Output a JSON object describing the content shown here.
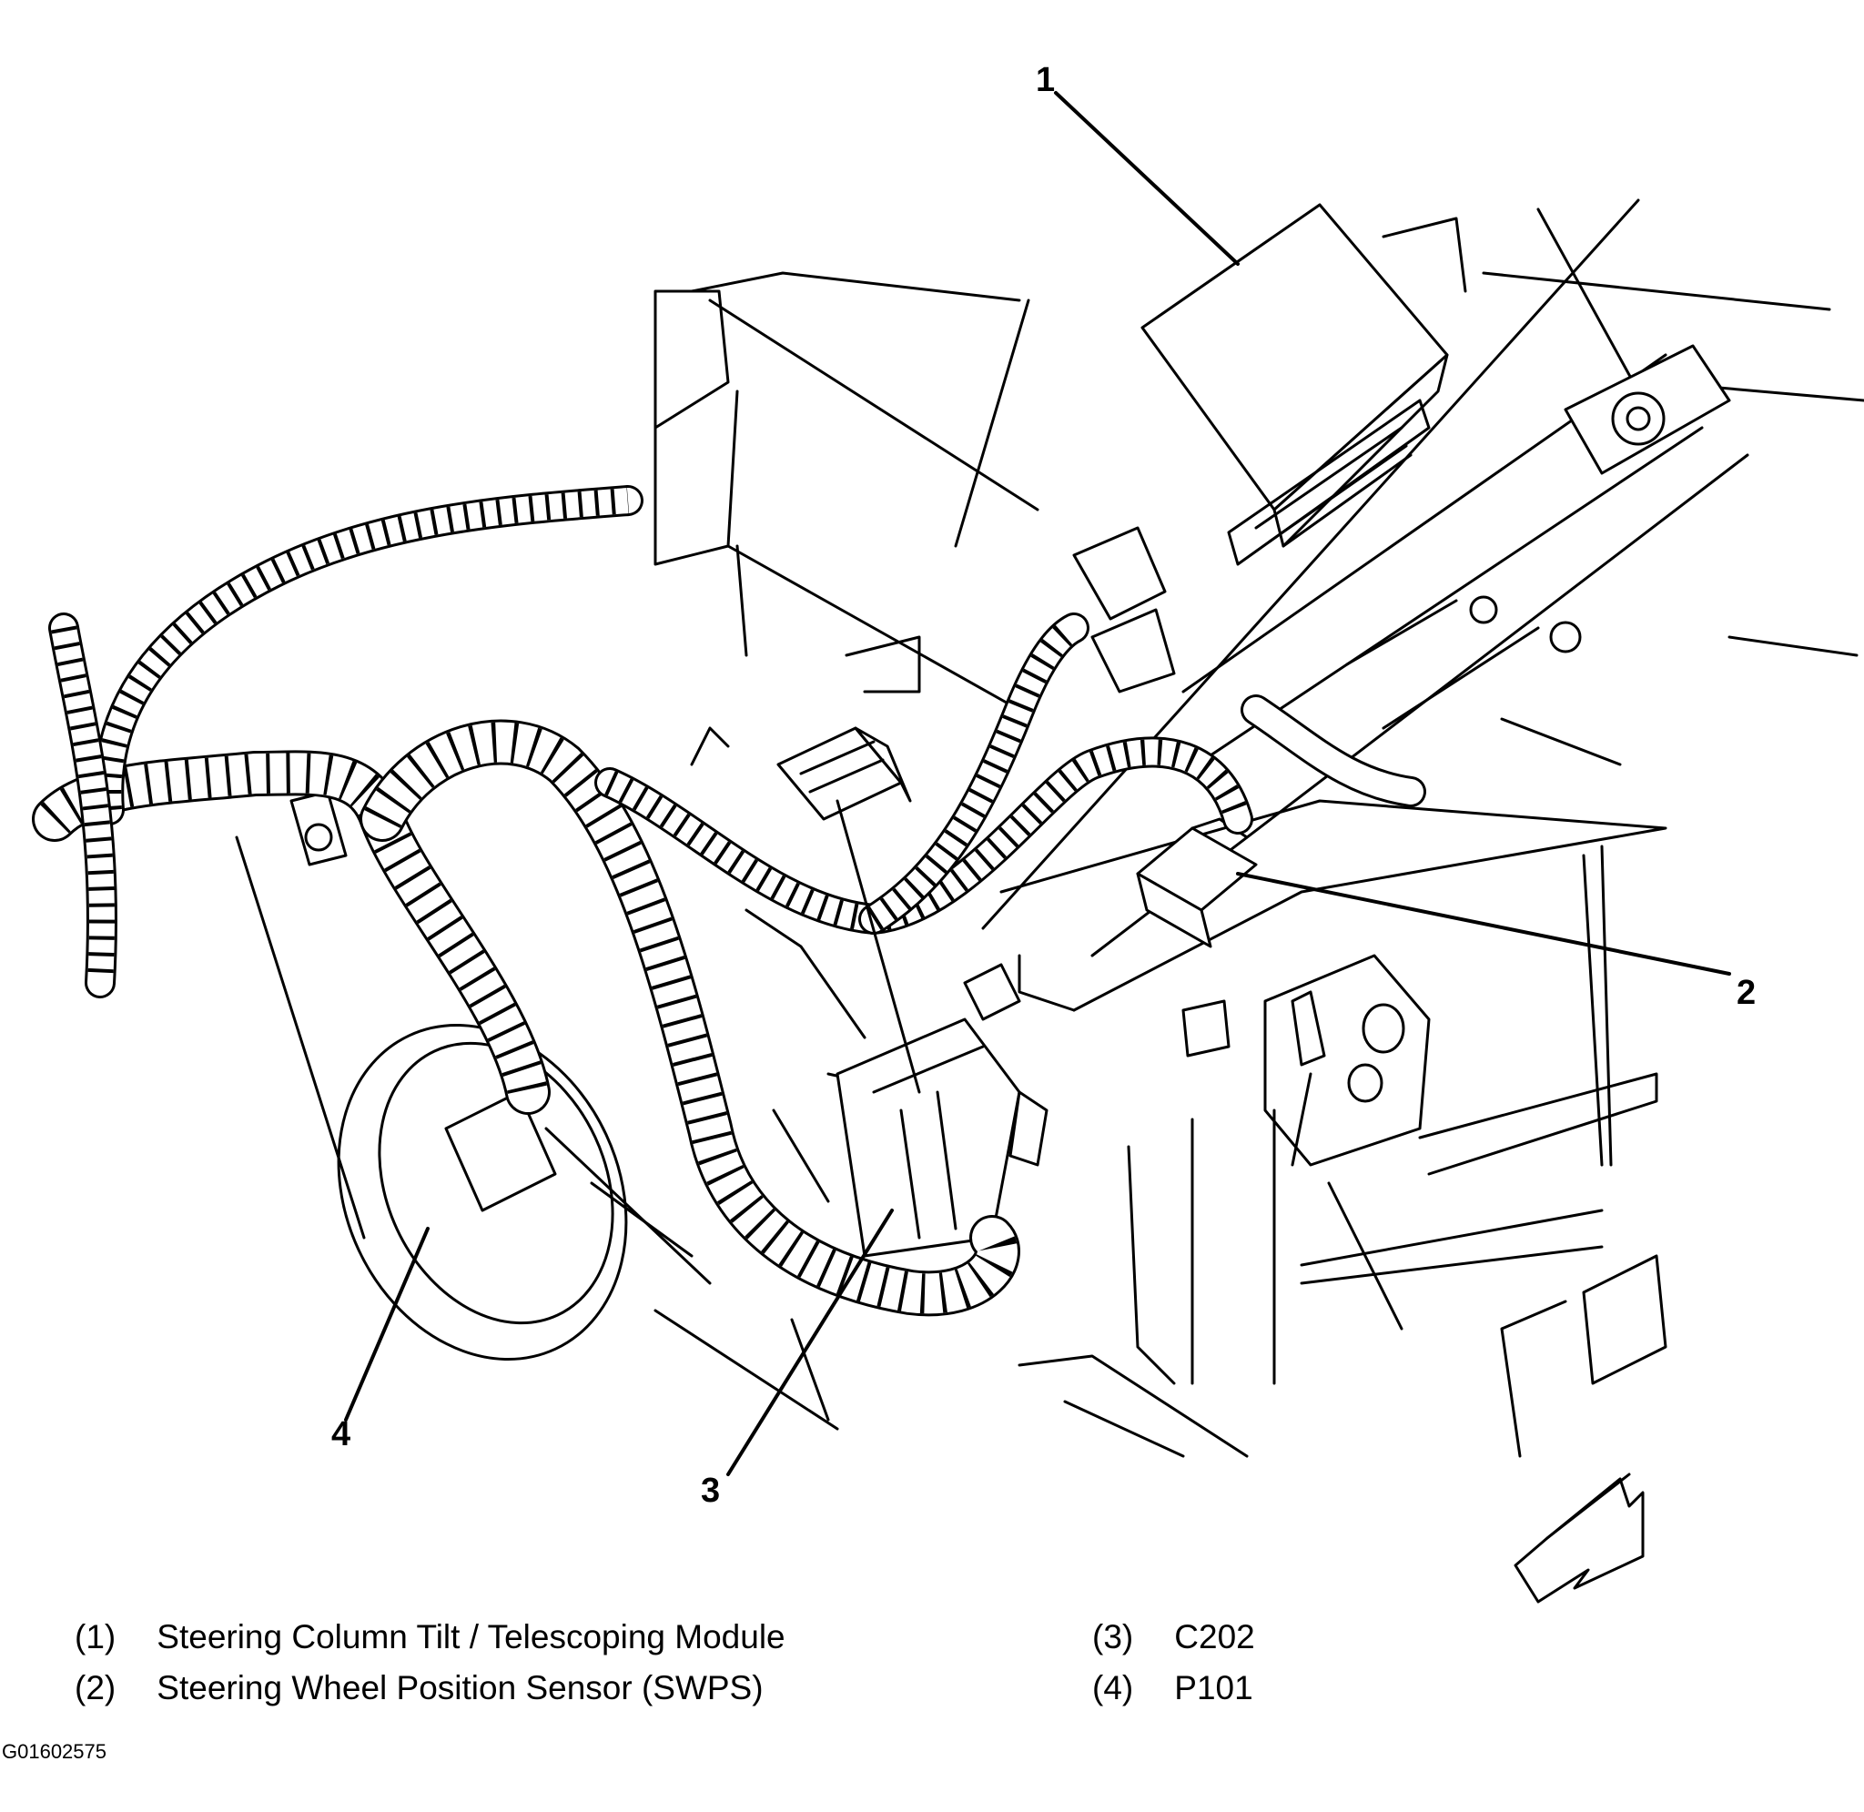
{
  "callouts": {
    "c1": "1",
    "c2": "2",
    "c3": "3",
    "c4": "4"
  },
  "legend": [
    {
      "num": "(1)",
      "text": "Steering Column Tilt / Telescoping Module"
    },
    {
      "num": "(2)",
      "text": "Steering Wheel Position Sensor (SWPS)"
    },
    {
      "num": "(3)",
      "text": "C202"
    },
    {
      "num": "(4)",
      "text": "P101"
    }
  ],
  "figure_id": "G01602575"
}
